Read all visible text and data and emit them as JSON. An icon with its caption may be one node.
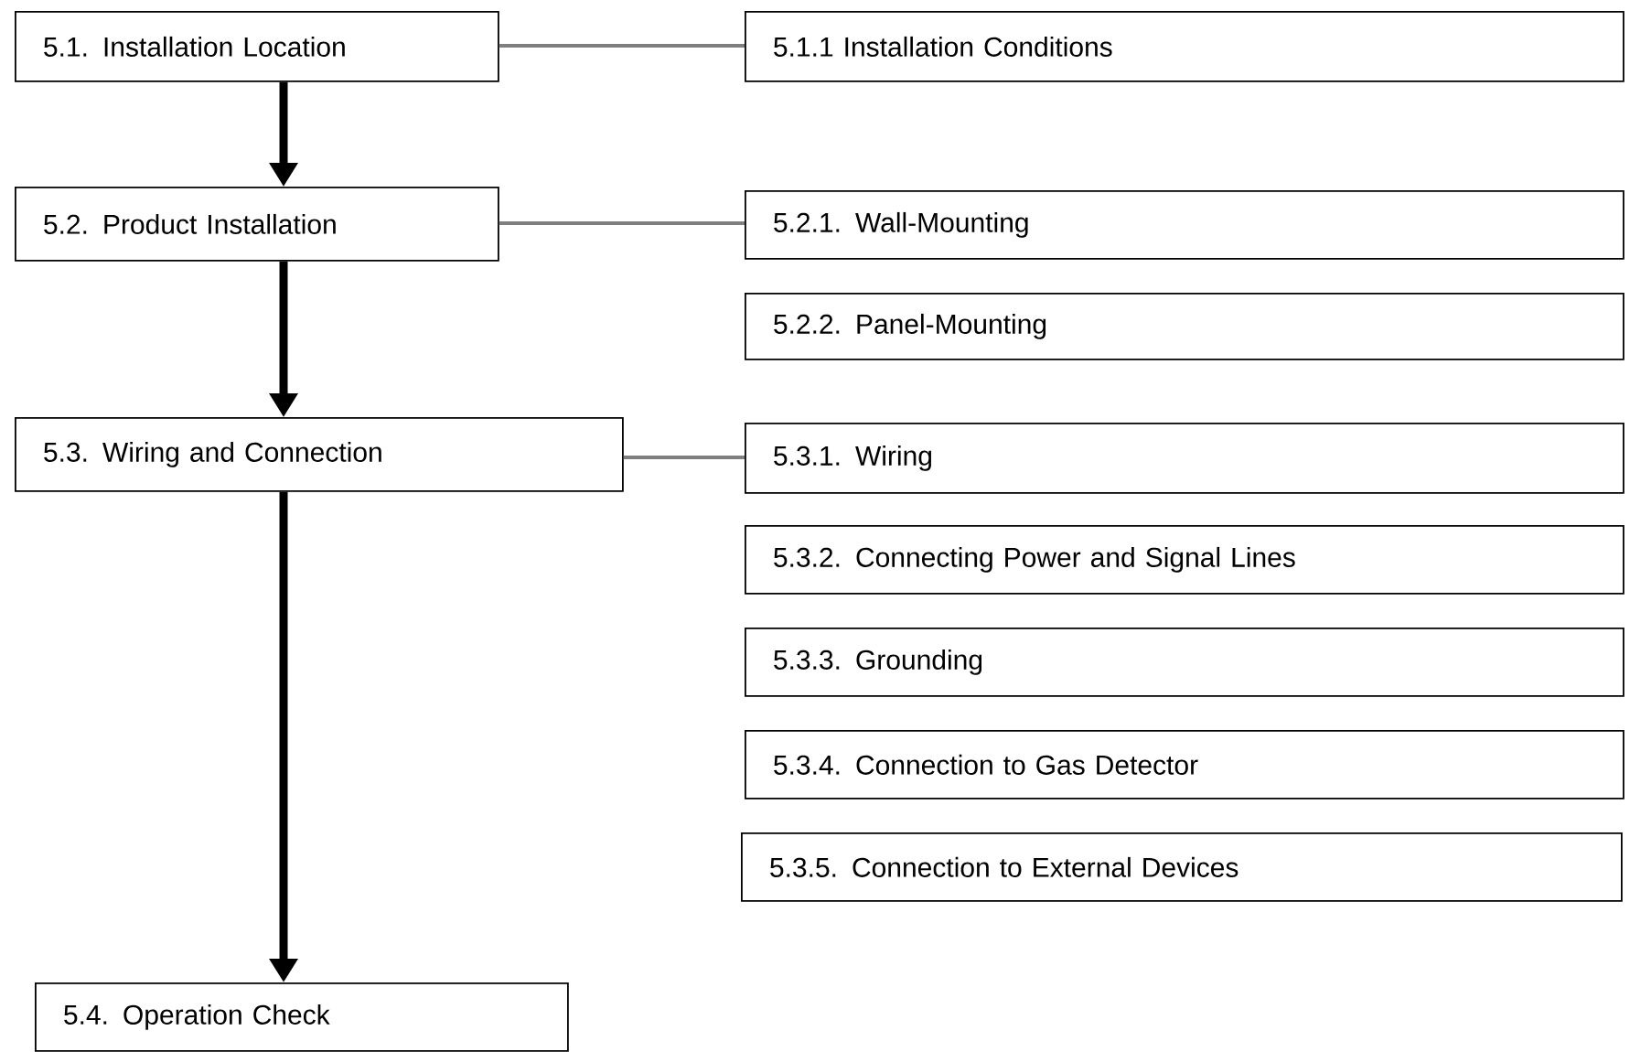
{
  "diagram": {
    "nodes": [
      {
        "text": [
          "5.1. Installation Location"
        ]
      },
      {
        "text": [
          "5.1.1 Installation Conditions"
        ]
      },
      {
        "text": [
          "5.2. Product Installation"
        ]
      },
      {
        "text": [
          "5.2.1. Wall-Mounting"
        ]
      },
      {
        "text": [
          "5.2.2. Panel-Mounting"
        ]
      },
      {
        "text": [
          "5.3. Wiring and Connection"
        ]
      },
      {
        "text": [
          "5.3.1. Wiring"
        ]
      },
      {
        "text": [
          "5.3.2. Connecting Power and Signal Lines"
        ]
      },
      {
        "text": [
          "5.3.3. Grounding"
        ]
      },
      {
        "text": [
          "5.3.4. Connection to Gas Detector"
        ]
      },
      {
        "text": [
          "5.3.5. Connection to External Devices"
        ]
      },
      {
        "text": [
          "5.4. Operation Check"
        ]
      }
    ],
    "edges": [
      {
        "from": 0,
        "to": 2,
        "arrow": "to",
        "style": "thick"
      },
      {
        "from": 2,
        "to": 5,
        "arrow": "to",
        "style": "thick"
      },
      {
        "from": 5,
        "to": 11,
        "arrow": "to",
        "style": "thick"
      },
      {
        "from": 0,
        "to": 1,
        "arrow": "none",
        "color": "#7f7f7f"
      },
      {
        "from": 2,
        "to": 3,
        "arrow": "none",
        "color": "#7f7f7f"
      },
      {
        "from": 5,
        "to": 6,
        "arrow": "none",
        "color": "#7f7f7f"
      }
    ]
  }
}
